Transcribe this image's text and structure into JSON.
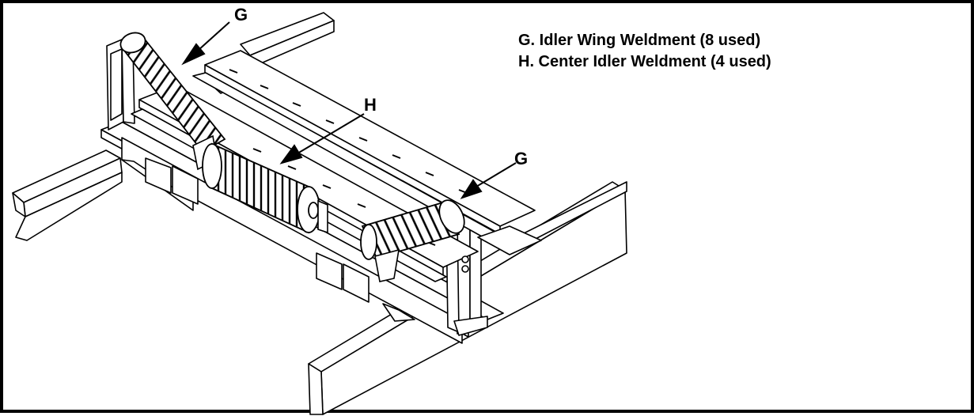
{
  "legend": {
    "item_g": "G.  Idler Wing Weldment (8 used)",
    "item_h": "H.  Center Idler Weldment (4 used)"
  },
  "callouts": {
    "g_top": "G",
    "h": "H",
    "g_right": "G"
  }
}
